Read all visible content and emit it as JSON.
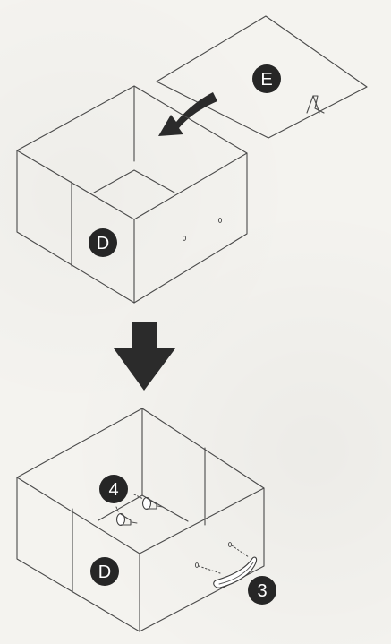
{
  "labels": {
    "panel_e": "E",
    "box_top_d": "D",
    "box_bottom_d": "D",
    "part_3": "3",
    "part_4": "4"
  },
  "colors": {
    "badge": "#262626",
    "lines": "#4a4a4a",
    "background": "#f4f3ef"
  },
  "icons": [
    "curved-arrow-icon",
    "down-arrow-icon",
    "handle-icon",
    "screw-icon"
  ]
}
